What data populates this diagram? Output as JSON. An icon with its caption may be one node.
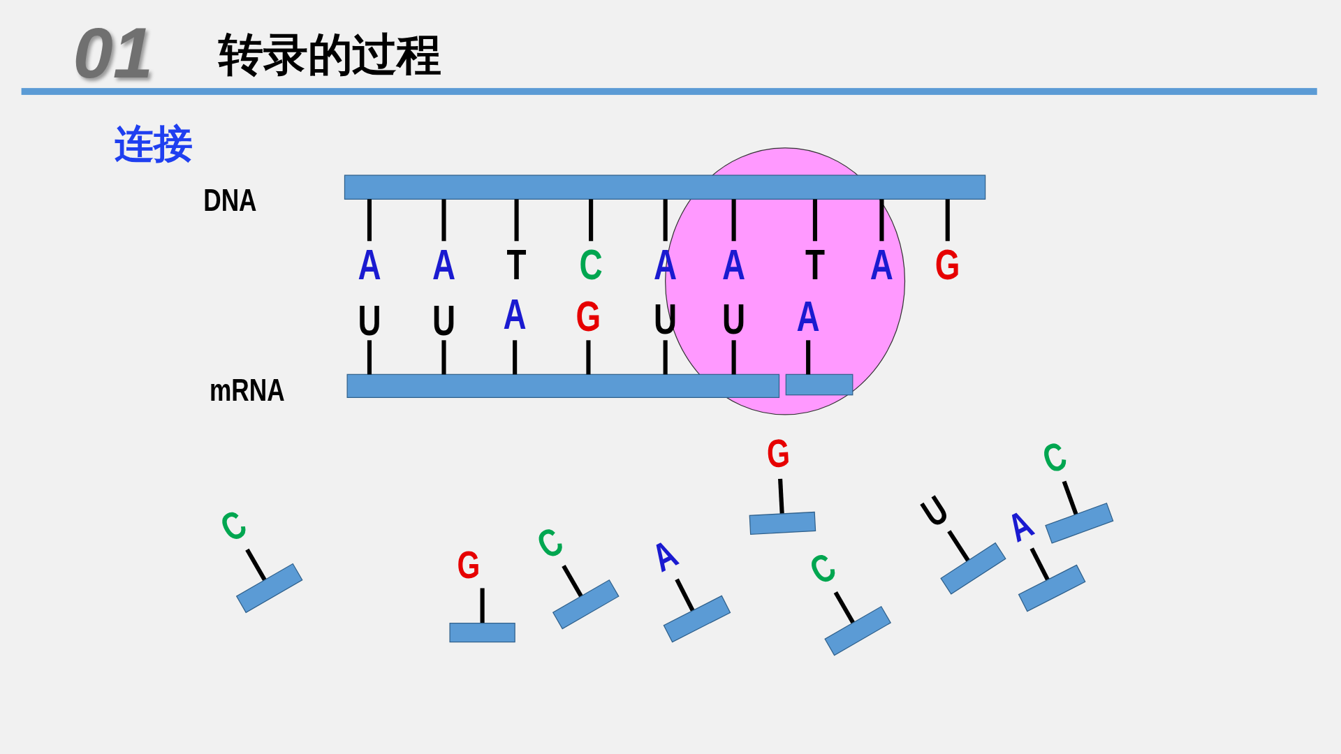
{
  "diagram": {
    "title": "转录的过程",
    "labels": [
      "01",
      "连接",
      "DNA",
      "A",
      "A",
      "T",
      "C",
      "A",
      "A",
      "T",
      "A",
      "G",
      "U",
      "U",
      "A",
      "G",
      "U",
      "U",
      "A",
      "mRNA",
      "C",
      "G",
      "C",
      "A",
      "G",
      "C",
      "U",
      "A",
      "C"
    ]
  }
}
